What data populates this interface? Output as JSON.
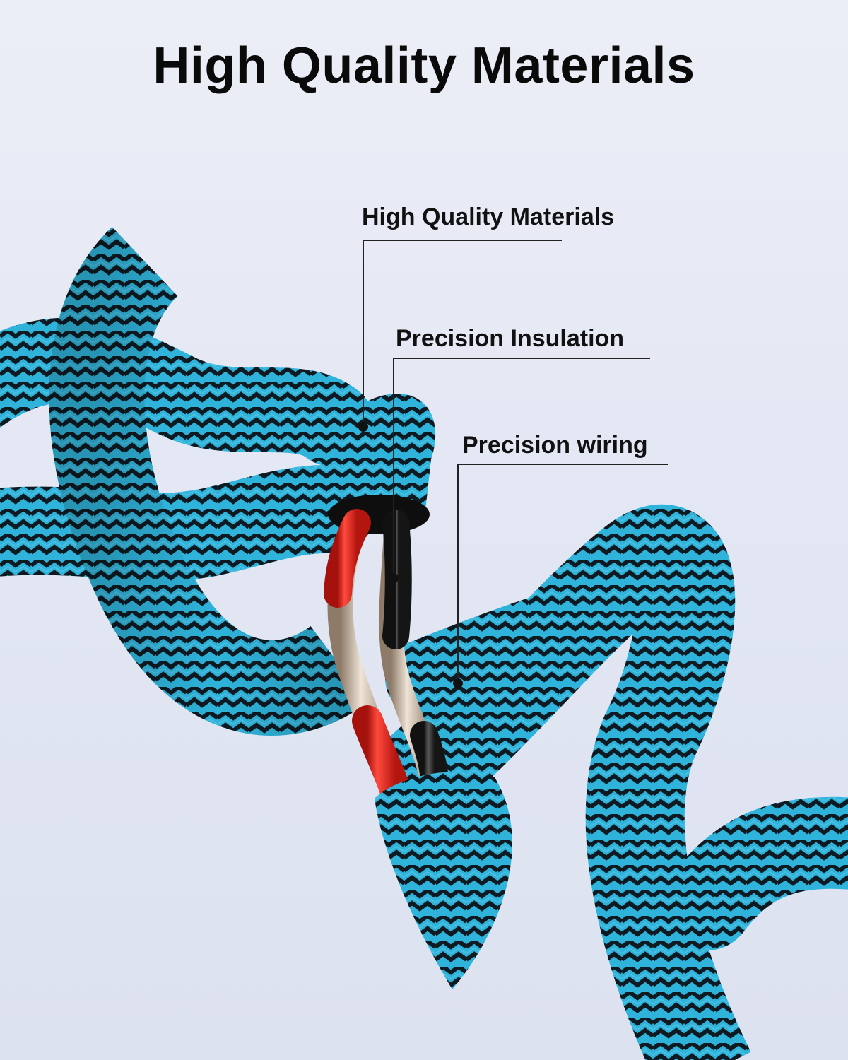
{
  "header": {
    "title": "High Quality Materials"
  },
  "callouts": [
    {
      "label": "High Quality Materials"
    },
    {
      "label": "Precision Insulation"
    },
    {
      "label": "Precision wiring"
    }
  ],
  "colors": {
    "braid_blue": "#2fb3da",
    "braid_dark": "#0d1a22",
    "insulation_red": "#e0201b",
    "insulation_black": "#2a2a2a",
    "copper": "#c9b8a6",
    "leader_line": "#222222"
  }
}
